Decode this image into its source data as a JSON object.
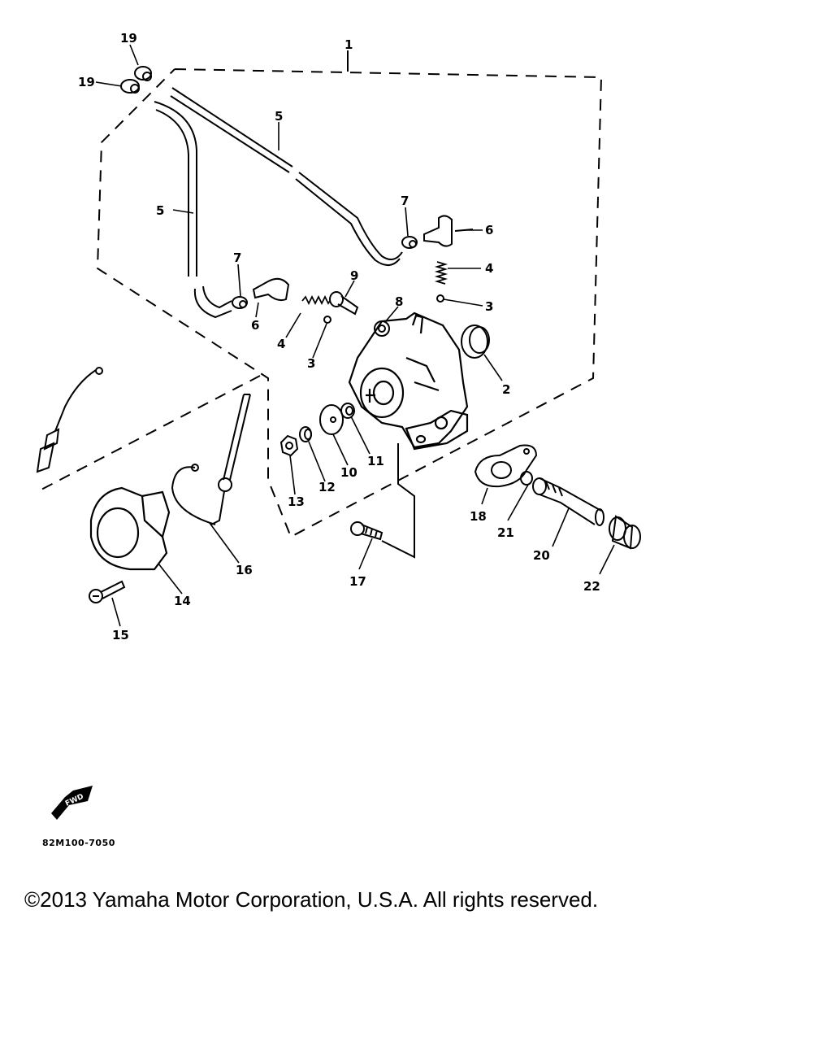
{
  "diagram": {
    "part_labels": {
      "l1": "1",
      "l2": "2",
      "l3a": "3",
      "l3b": "3",
      "l4a": "4",
      "l4b": "4",
      "l5a": "5",
      "l5b": "5",
      "l6a": "6",
      "l6b": "6",
      "l7a": "7",
      "l7b": "7",
      "l8": "8",
      "l9": "9",
      "l10": "10",
      "l11": "11",
      "l12": "12",
      "l13": "13",
      "l14": "14",
      "l15": "15",
      "l16": "16",
      "l17": "17",
      "l18": "18",
      "l19a": "19",
      "l19b": "19",
      "l20": "20",
      "l21": "21",
      "l22": "22"
    },
    "fwd_label": "FWD",
    "diagram_code": "82M100-7050",
    "line_color": "#000000",
    "background": "#ffffff"
  },
  "footer": {
    "copyright": "©2013 Yamaha Motor Corporation, U.S.A. All rights reserved."
  }
}
